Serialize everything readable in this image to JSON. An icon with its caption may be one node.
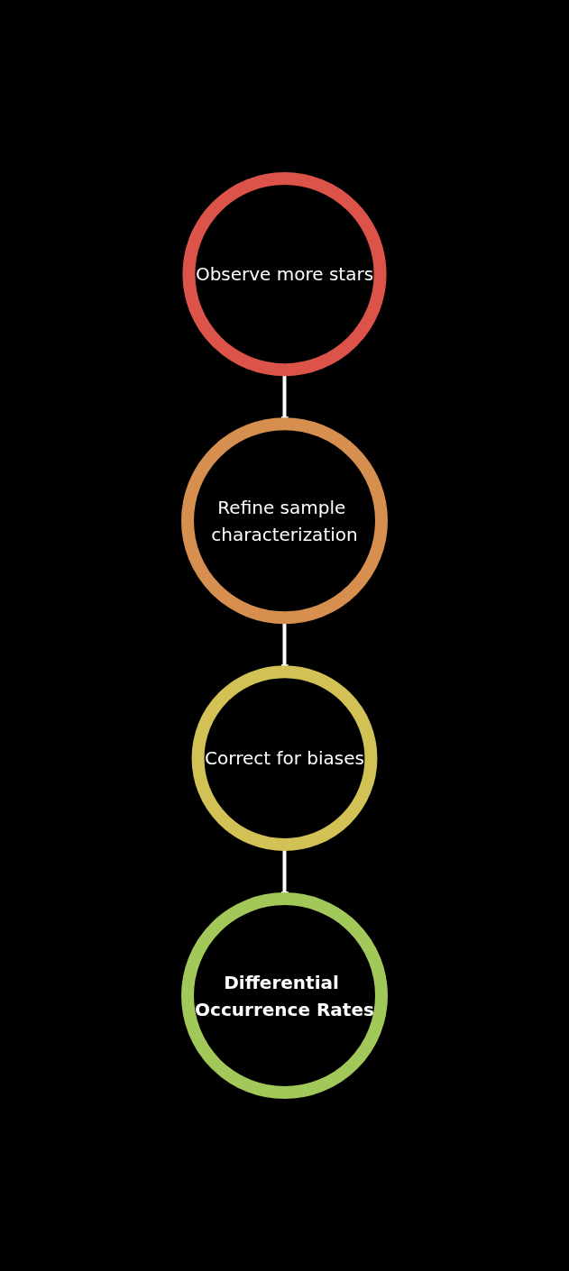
{
  "diagram": {
    "nodes": [
      {
        "text": [
          "Observe more stars"
        ]
      },
      {
        "text": [
          "Refine sample characterization"
        ]
      },
      {
        "text": [
          "Correct for biases"
        ]
      },
      {
        "text": [
          "Differential Occurrence Rates"
        ]
      }
    ],
    "edges": [
      {
        "from": 0,
        "to": 1,
        "arrow": "to"
      },
      {
        "from": 1,
        "to": 2,
        "arrow": "to"
      },
      {
        "from": 2,
        "to": 3,
        "arrow": "to"
      }
    ]
  }
}
